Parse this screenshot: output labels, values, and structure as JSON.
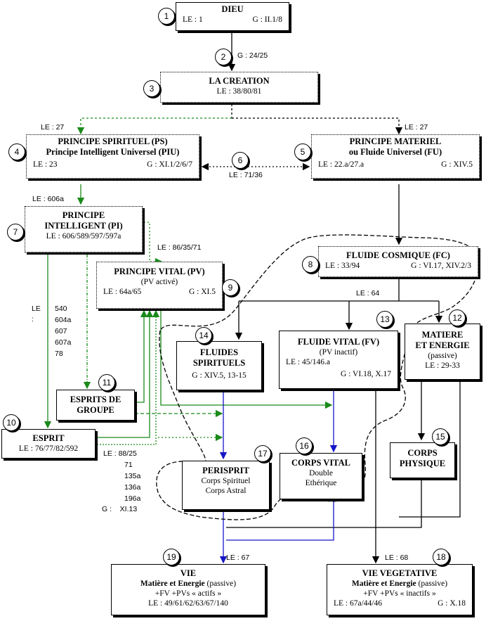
{
  "nodes": {
    "dieu": {
      "num": "1",
      "title": "DIEU",
      "le": "LE : 1",
      "g": "G : II.1/8"
    },
    "creation": {
      "num": "3",
      "title": "LA CREATION",
      "le": "LE : 38/80/81"
    },
    "ps": {
      "num": "4",
      "title": "PRINCIPE SPIRITUEL (PS)",
      "subtitle": "Principe Intelligent Universel (PIU)",
      "le": "LE : 23",
      "g": "G : XI.1/2/6/7"
    },
    "pm": {
      "num": "5",
      "title": "PRINCIPE MATERIEL",
      "subtitle": "ou Fluide Universel (FU)",
      "le": "LE : 22.a/27.a",
      "g": "G : XIV.5"
    },
    "pi": {
      "num": "7",
      "title1": "PRINCIPE",
      "title2": "INTELLIGENT (PI)",
      "le": "LE : 606/589/597/597a"
    },
    "fc": {
      "num": "8",
      "title": "FLUIDE COSMIQUE (FC)",
      "le": "LE : 33/94",
      "g": "G : VI.17, XIV.2/3"
    },
    "pv": {
      "num": "9",
      "title": "PRINCIPE VITAL (PV)",
      "subtitle": "(PV activé)",
      "le": "LE : 64a/65",
      "g": "G : XI.5"
    },
    "esprit": {
      "num": "10",
      "title": "ESPRIT",
      "le": "LE : 76/77/82/592"
    },
    "groupe": {
      "num": "11",
      "title1": "ESPRITS DE",
      "title2": "GROUPE"
    },
    "matiere": {
      "num": "12",
      "title1": "MATIERE",
      "title2": "ET ENERGIE",
      "subtitle": "(passive)",
      "le": "LE : 29-33"
    },
    "fv": {
      "num": "13",
      "title": "FLUIDE VITAL (FV)",
      "subtitle": "(PV inactif)",
      "le": "LE : 45/146.a",
      "g": "G : VI.18, X.17"
    },
    "fs": {
      "num": "14",
      "title1": "FLUIDES",
      "title2": "SPIRITUELS",
      "g": "G : XIV.5, 13-15"
    },
    "corps": {
      "num": "15",
      "title1": "CORPS",
      "title2": "PHYSIQUE"
    },
    "cv": {
      "num": "16",
      "title": "CORPS VITAL",
      "line1": "Double",
      "line2": "Ethérique"
    },
    "peri": {
      "num": "17",
      "title": "PERISPRIT",
      "line1": "Corps Spirituel",
      "line2": "Corps Astral"
    },
    "veg": {
      "num": "18",
      "title": "VIE VEGETATIVE",
      "bold": "Matière et Energie",
      "rest": " (passive)",
      "line": "+FV +PVs « inactifs »",
      "le": "LE : 67a/44/46",
      "g": "G : X.18"
    },
    "vie": {
      "num": "19",
      "title": "VIE",
      "bold": "Matière et Energie",
      "rest": " (passive)",
      "line": "+FV +PVs « actifs »",
      "le": "LE : 49/61/62/63/67/140"
    }
  },
  "links": {
    "n2": "2",
    "g2": "G : 24/25",
    "ps_le": "LE : 27",
    "pm_le": "LE : 27",
    "n6": "6",
    "le6": "LE : 71/36",
    "le606": "LE : 606a",
    "le86": "LE : 86/35/71",
    "le64": "LE : 64",
    "le_left": [
      "LE :",
      "540",
      "604a",
      "607",
      "607a",
      "78"
    ],
    "le_esp": [
      "LE : 88/25",
      "71",
      "135a",
      "136a",
      "196a",
      "G :    XI.13"
    ],
    "le67": "LE : 67",
    "le68": "LE : 68"
  }
}
